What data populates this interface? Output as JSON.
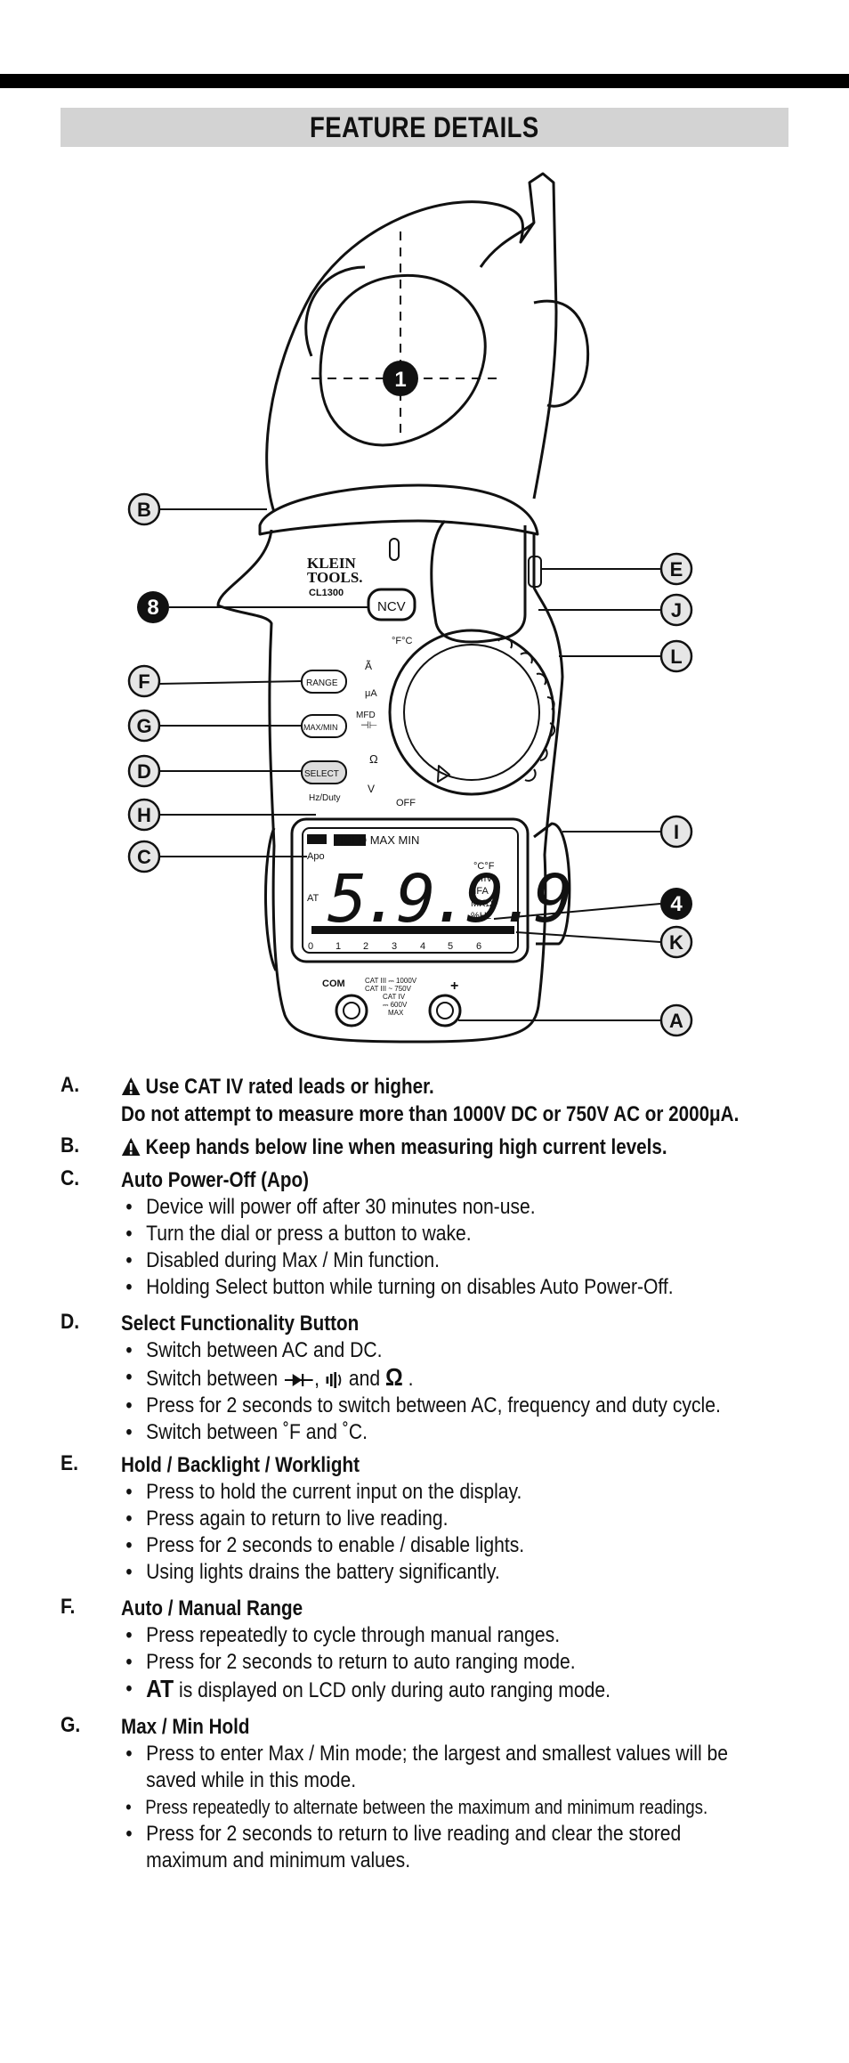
{
  "header": {
    "title": "FEATURE DETAILS"
  },
  "diagram": {
    "brand_line1": "KLEIN",
    "brand_line2": "TOOLS.",
    "model": "CL1300",
    "button_ncv": "NCV",
    "button_range": "RANGE",
    "button_maxmin": "MAX/MIN",
    "button_select": "SELECT",
    "select_sub": "Hz/Duty",
    "dial_labels": [
      "°F°C",
      "Ã",
      "μA",
      "MFD",
      "⊣⊢",
      "Ω",
      "V",
      "OFF"
    ],
    "lcd_top": "HOLD MAX MIN",
    "lcd_apo": "Apo",
    "lcd_at": "AT",
    "lcd_digits": "5.9.9.9",
    "lcd_units": [
      "°C°F",
      "mV",
      "μFA",
      "MKΩ",
      "%Hz"
    ],
    "lcd_scale": [
      "0",
      "1",
      "2",
      "3",
      "4",
      "5",
      "6"
    ],
    "jack_com": "COM",
    "jack_plus": "+",
    "cat_lines": [
      "CAT III ⎓ 1000V",
      "CAT III ~ 750V",
      "CAT IV",
      "⎓ 600V",
      "MAX"
    ],
    "callouts_left": [
      "B",
      "F",
      "G",
      "D",
      "H",
      "C"
    ],
    "callouts_right": [
      "E",
      "J",
      "L",
      "I",
      "K",
      "A"
    ],
    "callout_1": "1",
    "callout_4": "4",
    "callout_8": "8"
  },
  "features": [
    {
      "letter": "A.",
      "lines": [
        "Use CAT IV rated leads or higher.",
        "Do not attempt to measure more than 1000V DC or 750V AC or 2000μA."
      ]
    },
    {
      "letter": "B.",
      "lines": [
        "Keep hands below line when measuring high current levels."
      ]
    },
    {
      "letter": "C.",
      "heading": "Auto Power-Off (Apo)",
      "bullets": [
        "Device will power off after 30 minutes non-use.",
        "Turn the dial or press a button to wake.",
        "Disabled during Max / Min function.",
        "Holding Select button while turning on disables Auto Power-Off."
      ]
    },
    {
      "letter": "D.",
      "heading": "Select Functionality Button",
      "bullets": [
        "Switch between AC and DC.",
        "Switch between",
        "Press for 2 seconds to switch between AC, frequency and duty cycle.",
        "Switch between ˚F and ˚C."
      ],
      "symbols_text": {
        "comma": ",",
        "and": "and",
        "end": "."
      }
    },
    {
      "letter": "E.",
      "heading": "Hold / Backlight / Worklight",
      "bullets": [
        "Press to hold the current input on the display.",
        "Press again to return to live reading.",
        "Press for 2 seconds to enable / disable lights.",
        "Using lights drains the battery significantly."
      ]
    },
    {
      "letter": "F.",
      "heading": "Auto / Manual Range",
      "bullets": [
        "Press repeatedly to cycle through manual ranges.",
        "Press for 2 seconds to return to auto ranging mode.",
        "is displayed on LCD only during auto ranging mode."
      ],
      "at_text": "AT"
    },
    {
      "letter": "G.",
      "heading": "Max / Min Hold",
      "bullets": [
        "Press to enter Max / Min mode; the largest and smallest values will be saved while in this mode.",
        "Press repeatedly to alternate between the maximum and minimum readings.",
        "Press for 2 seconds to return to live reading and clear the stored maximum and minimum values."
      ]
    }
  ]
}
